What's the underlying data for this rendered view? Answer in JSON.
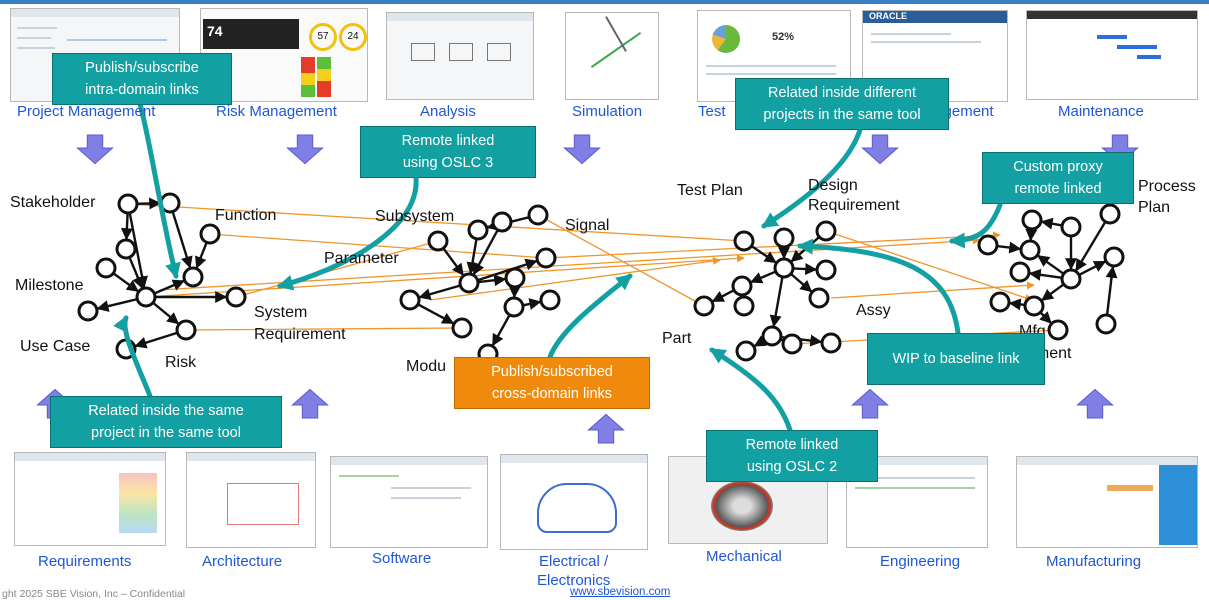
{
  "tools_top": [
    "Project Management",
    "Risk Management",
    "Analysis",
    "Simulation",
    "Test",
    "Management",
    "Maintenance"
  ],
  "tools_bottom": [
    "Requirements",
    "Architecture",
    "Software",
    "Electrical /",
    "Electronics",
    "Mechanical",
    "Engineering",
    "Manufacturing"
  ],
  "nodes": {
    "stakeholder": "Stakeholder",
    "function": "Function",
    "milestone": "Milestone",
    "system": "System",
    "requirement": "Requirement",
    "use_case": "Use Case",
    "risk": "Risk",
    "subsystem": "Subsystem",
    "parameter": "Parameter",
    "signal": "Signal",
    "module": "Modu",
    "test_plan": "Test Plan",
    "design": "Design",
    "design_req": "Requirement",
    "part": "Part",
    "assy": "Assy",
    "process": "Process",
    "plan": "Plan",
    "mfg": "Mfg",
    "mfg_req": "ement"
  },
  "callouts": {
    "pubsub_intra": [
      "Publish/subscribe",
      "intra-domain links"
    ],
    "oslc3": [
      "Remote linked",
      "using OSLC 3"
    ],
    "related_diff": [
      "Related inside different",
      "projects in the same tool"
    ],
    "custom_proxy": [
      "Custom proxy",
      "remote linked"
    ],
    "related_same": [
      "Related inside the same",
      "project in the same tool"
    ],
    "pubsub_cross": [
      "Publish/subscribed",
      "cross-domain links"
    ],
    "oslc2": [
      "Remote linked",
      "using OSLC 2"
    ],
    "wip": "WIP to baseline link"
  },
  "thumb_labels": {
    "risk_score": "74",
    "ring_a": "57",
    "ring_b": "24",
    "test_pct": "52%",
    "oracle": "ORACLE"
  },
  "footer": {
    "copyright": "ght 2025 SBE Vision, Inc – Confidential",
    "website": "www.sbevision.com"
  },
  "colors": {
    "teal": "#13a0a2",
    "orange_callout": "#f08a0c",
    "cross_link": "#f0952a",
    "tool_label": "#1e57d6",
    "arrow_fill": "#7f7fe6"
  }
}
